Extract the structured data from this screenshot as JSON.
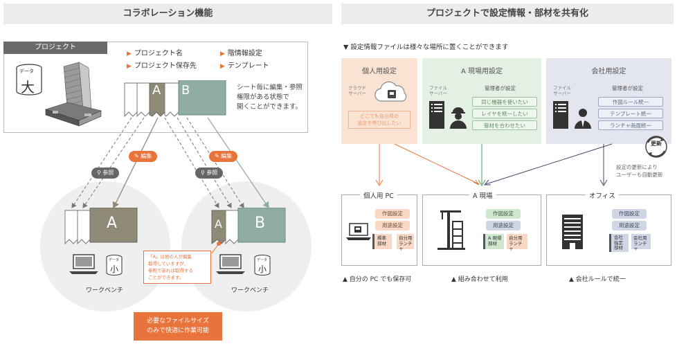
{
  "left": {
    "header": "コラボレーション機能",
    "project_label": "プロジェクト",
    "data_big_tag": "データ",
    "data_big_char": "大",
    "features": [
      "プロジェクト名",
      "プロジェクト保存先",
      "階情報設定",
      "テンプレート"
    ],
    "sheet_desc": [
      "シート毎に編集・参照",
      "権限がある状態で",
      "開くことができます。"
    ],
    "sheet_a": "A",
    "sheet_b": "B",
    "edit_label": "編集",
    "ref_label": "参照",
    "wb_a": "A",
    "wb_b": "B",
    "data_small_tag": "データ",
    "data_small_char": "小",
    "workbench_label": "ワークベンチ",
    "note": [
      "「A」は他の人が編集",
      "取得していますが、",
      "参照であれば取得する",
      "ことができます。"
    ],
    "callout": [
      "必要なファイルサイズ",
      "のみで快適に作業可能"
    ]
  },
  "right": {
    "header": "プロジェクトで設定情報・部材を共有化",
    "subtitle": "設定情報ファイルは様々な場所に置くことができます",
    "personal": {
      "title": "個人用設定",
      "cloud_label": [
        "クラウド",
        "サーバー"
      ],
      "note": [
        "どこでも自分用の",
        "設定を呼び出したい"
      ]
    },
    "site": {
      "title": "A 現場用設定",
      "file_label": [
        "ファイル",
        "サーバー"
      ],
      "admin_label": "管理者が設定",
      "chips": [
        "同じ機器を使いたい",
        "レイヤを統一したい",
        "管材を合わせたい"
      ]
    },
    "company": {
      "title": "会社用設定",
      "file_label": [
        "ファイル",
        "サーバー"
      ],
      "admin_label": "管理者が設定",
      "chips": [
        "作図ルール統一",
        "テンプレート統一",
        "ランチャ画面統一"
      ]
    },
    "update_icon": "更新",
    "update_note": [
      "設定の更新により",
      "ユーザーも自動更新"
    ],
    "pc": {
      "title": "個人用 PC",
      "pills": [
        "作図設定",
        "用途設定"
      ],
      "tags": [
        [
          "標準",
          "部材"
        ],
        [
          "自分用",
          "ランチャ"
        ]
      ],
      "caption": "自分の PC でも保存可"
    },
    "genba": {
      "title": "A 現場",
      "pills": [
        "作図設定",
        "用途設定"
      ],
      "tags": [
        [
          "A 現場",
          "部材"
        ],
        [
          "自分用",
          "ランチャ"
        ]
      ],
      "caption": "組み合わせて利用"
    },
    "office": {
      "title": "オフィス",
      "pills": [
        "作図設定",
        "用途設定"
      ],
      "tags": [
        [
          "会社",
          "指定",
          "部材"
        ],
        [
          "会社用",
          "ランチャ"
        ]
      ],
      "caption": "会社ルールで統一"
    }
  }
}
